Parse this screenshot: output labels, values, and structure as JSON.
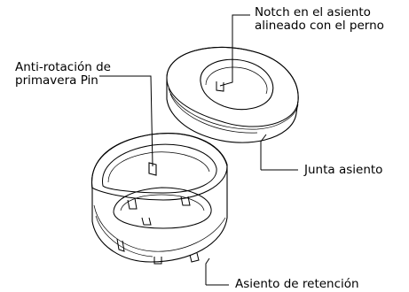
{
  "callouts": {
    "notch": {
      "line1": "Notch en el asiento",
      "line2": "alineado con el perno"
    },
    "anti_rotation": {
      "line1": "Anti-rotación de",
      "line2": "primavera Pin"
    },
    "seat_gasket": {
      "text": "Junta asiento"
    },
    "retainer_seat": {
      "text": "Asiento de retención"
    }
  }
}
